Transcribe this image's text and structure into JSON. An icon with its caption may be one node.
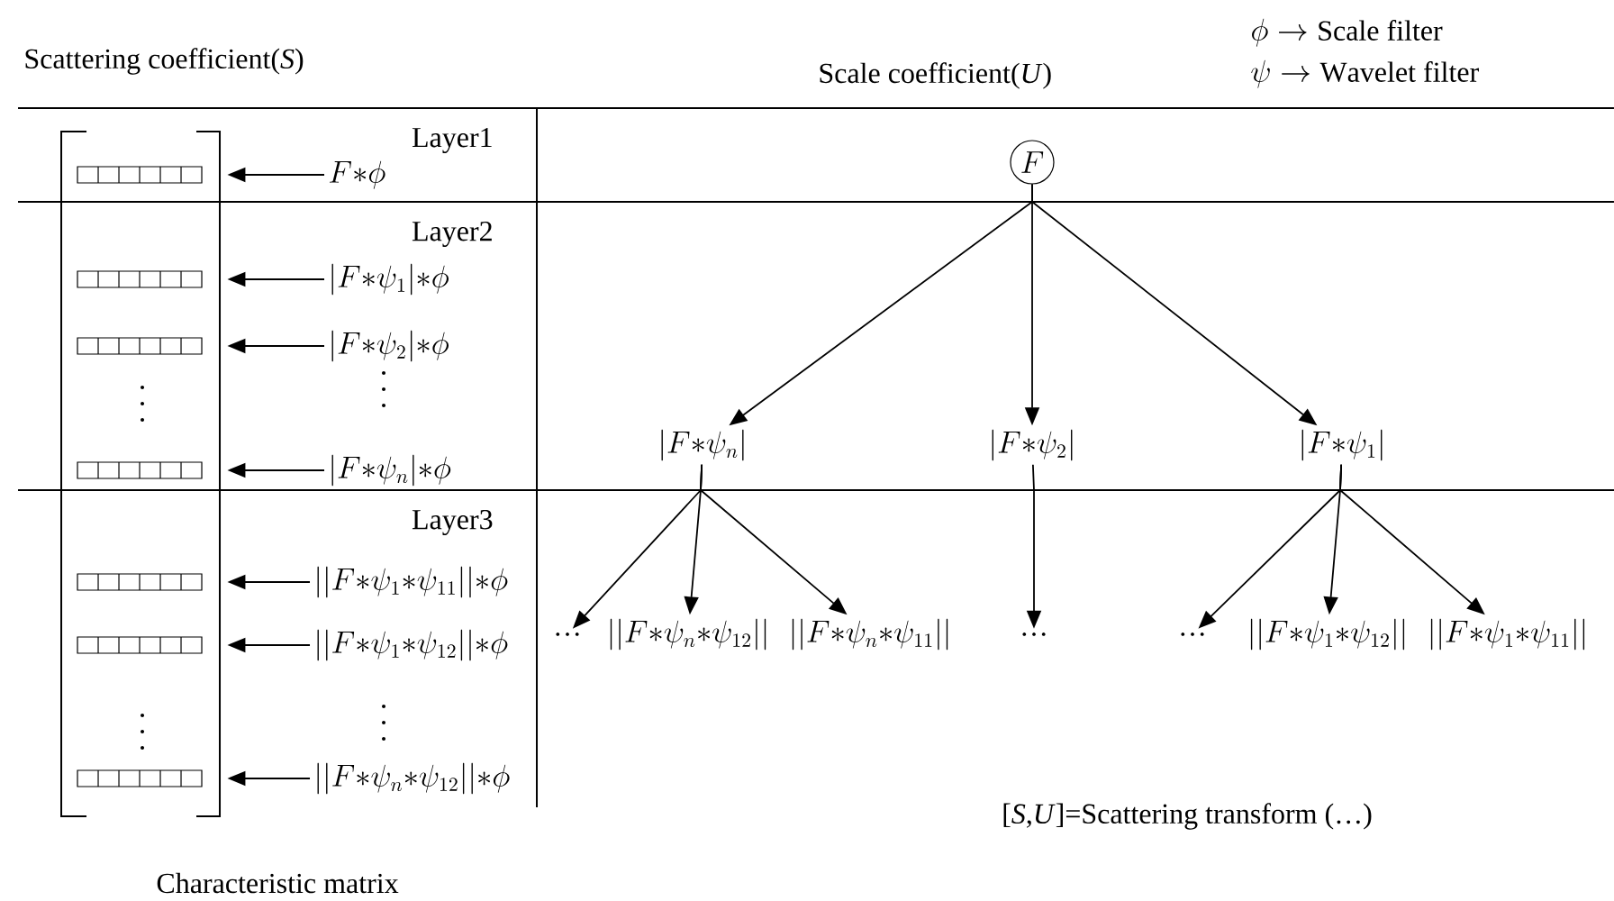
{
  "diagram": {
    "nodes": [
      {
        "text": [],
        "shape": "box"
      },
      {
        "text": [],
        "shape": "box"
      },
      {
        "text": [],
        "shape": "box"
      },
      {
        "text": [],
        "shape": "box"
      },
      {
        "text": [],
        "shape": "box"
      },
      {
        "text": [],
        "shape": "box"
      },
      {
        "text": [],
        "shape": "box"
      },
      {
        "text": [
          "F{*}\\phi"
        ]
      },
      {
        "text": [
          "|F{*}\\psi_1|{*}\\phi"
        ]
      },
      {
        "text": [
          "|F{*}\\psi_2|{*}\\phi"
        ]
      },
      {
        "text": [
          "|F{*}\\psi_n|{*}\\phi"
        ]
      },
      {
        "text": [
          "||F{*}\\psi_1{*}\\psi_{11}||{*}\\phi"
        ]
      },
      {
        "text": [
          "||F{*}\\psi_1{*}\\psi_{12}||{*}\\phi"
        ]
      },
      {
        "text": [
          "||F{*}\\psi_n{*}\\psi_{12}||{*}\\phi"
        ]
      },
      {
        "text": [
          "F"
        ]
      },
      {
        "text": [
          "|F{*}\\psi_n|"
        ]
      },
      {
        "text": [
          "|F{*}\\psi_2|"
        ]
      },
      {
        "text": [
          "|F{*}\\psi_1|"
        ]
      },
      {
        "text": [
          "…"
        ]
      },
      {
        "text": [
          "||F{*}\\psi_n{*}\\psi_{12}||"
        ]
      },
      {
        "text": [
          "||F{*}\\psi_n{*}\\psi_{11}||"
        ]
      },
      {
        "text": [
          "…"
        ]
      },
      {
        "text": [
          "…"
        ]
      },
      {
        "text": [
          "||F{*}\\psi_1{*}\\psi_{12}||"
        ]
      },
      {
        "text": [
          "||F{*}\\psi_1{*}\\psi_{11}||"
        ]
      }
    ],
    "edges": [
      {
        "from": 7,
        "to": 0,
        "arrow": "to"
      },
      {
        "from": 8,
        "to": 1,
        "arrow": "to"
      },
      {
        "from": 9,
        "to": 2,
        "arrow": "to"
      },
      {
        "from": 10,
        "to": 3,
        "arrow": "to"
      },
      {
        "from": 11,
        "to": 4,
        "arrow": "to"
      },
      {
        "from": 12,
        "to": 5,
        "arrow": "to"
      },
      {
        "from": 13,
        "to": 6,
        "arrow": "to"
      },
      {
        "from": 14,
        "to": 15,
        "arrow": "to"
      },
      {
        "from": 14,
        "to": 16,
        "arrow": "to"
      },
      {
        "from": 14,
        "to": 17,
        "arrow": "to"
      },
      {
        "from": 15,
        "to": 18,
        "arrow": "to"
      },
      {
        "from": 15,
        "to": 19,
        "arrow": "to"
      },
      {
        "from": 15,
        "to": 20,
        "arrow": "to"
      },
      {
        "from": 16,
        "to": 21,
        "arrow": "to"
      },
      {
        "from": 17,
        "to": 22,
        "arrow": "to"
      },
      {
        "from": 17,
        "to": 23,
        "arrow": "to"
      },
      {
        "from": 17,
        "to": 24,
        "arrow": "to"
      }
    ],
    "labels": [
      "Scattering coefficient(*S*)",
      "Scale coefficient(*U*)",
      "\\phi\\rightarrow\\mathrm{Scale\\ filter}",
      "\\psi\\rightarrow\\mathrm{Wavelet\\ filter}",
      "Layer1",
      "Layer2",
      "Layer3",
      "[*S*,*U*]=Scattering transform (…)",
      "Characteristic matrix"
    ]
  }
}
